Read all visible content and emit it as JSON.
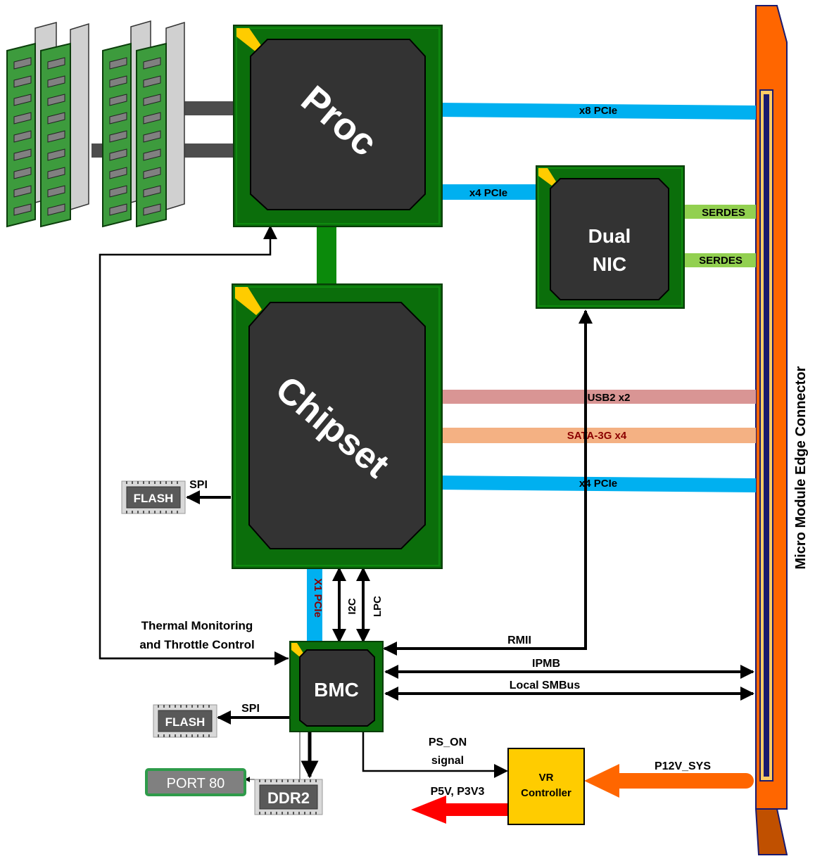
{
  "chips": {
    "proc": "Proc",
    "chipset": "Chipset",
    "nic_line1": "Dual",
    "nic_line2": "NIC",
    "bmc": "BMC",
    "vr_line1": "VR",
    "vr_line2": "Controller"
  },
  "buses": {
    "proc_x8": "x8 PCIe",
    "proc_x4": "x4 PCIe",
    "serdes_1": "SERDES",
    "serdes_2": "SERDES",
    "usb2": "USB2 x2",
    "sata": "SATA-3G x4",
    "chipset_x4": "x4 PCIe",
    "x1_pcie": "X1 PCIe",
    "i2c": "I2C",
    "lpc": "LPC",
    "rmii": "RMII",
    "ipmb": "IPMB",
    "smbus": "Local SMBus",
    "spi_chipset": "SPI",
    "spi_bmc": "SPI",
    "thermal_line1": "Thermal Monitoring",
    "thermal_line2": "and Throttle Control",
    "ps_on_line1": "PS_ON",
    "ps_on_line2": "signal",
    "p12v": "P12V_SYS",
    "p5v": "P5V, P3V3"
  },
  "peripherals": {
    "flash_chipset": "FLASH",
    "flash_bmc": "FLASH",
    "port80": "PORT 80",
    "ddr2": "DDR2"
  },
  "connector": {
    "label": "Micro Module Edge Connector"
  },
  "colors": {
    "pcb_green": "#0b6e0b",
    "die_gray": "#333333",
    "pcie_blue": "#00b0f0",
    "serdes_green": "#92d050",
    "usb_pink": "#d99594",
    "sata_orange": "#f4b183",
    "connector_orange": "#ff6600",
    "vr_yellow": "#ffcc00",
    "power_red": "#ff0000"
  }
}
